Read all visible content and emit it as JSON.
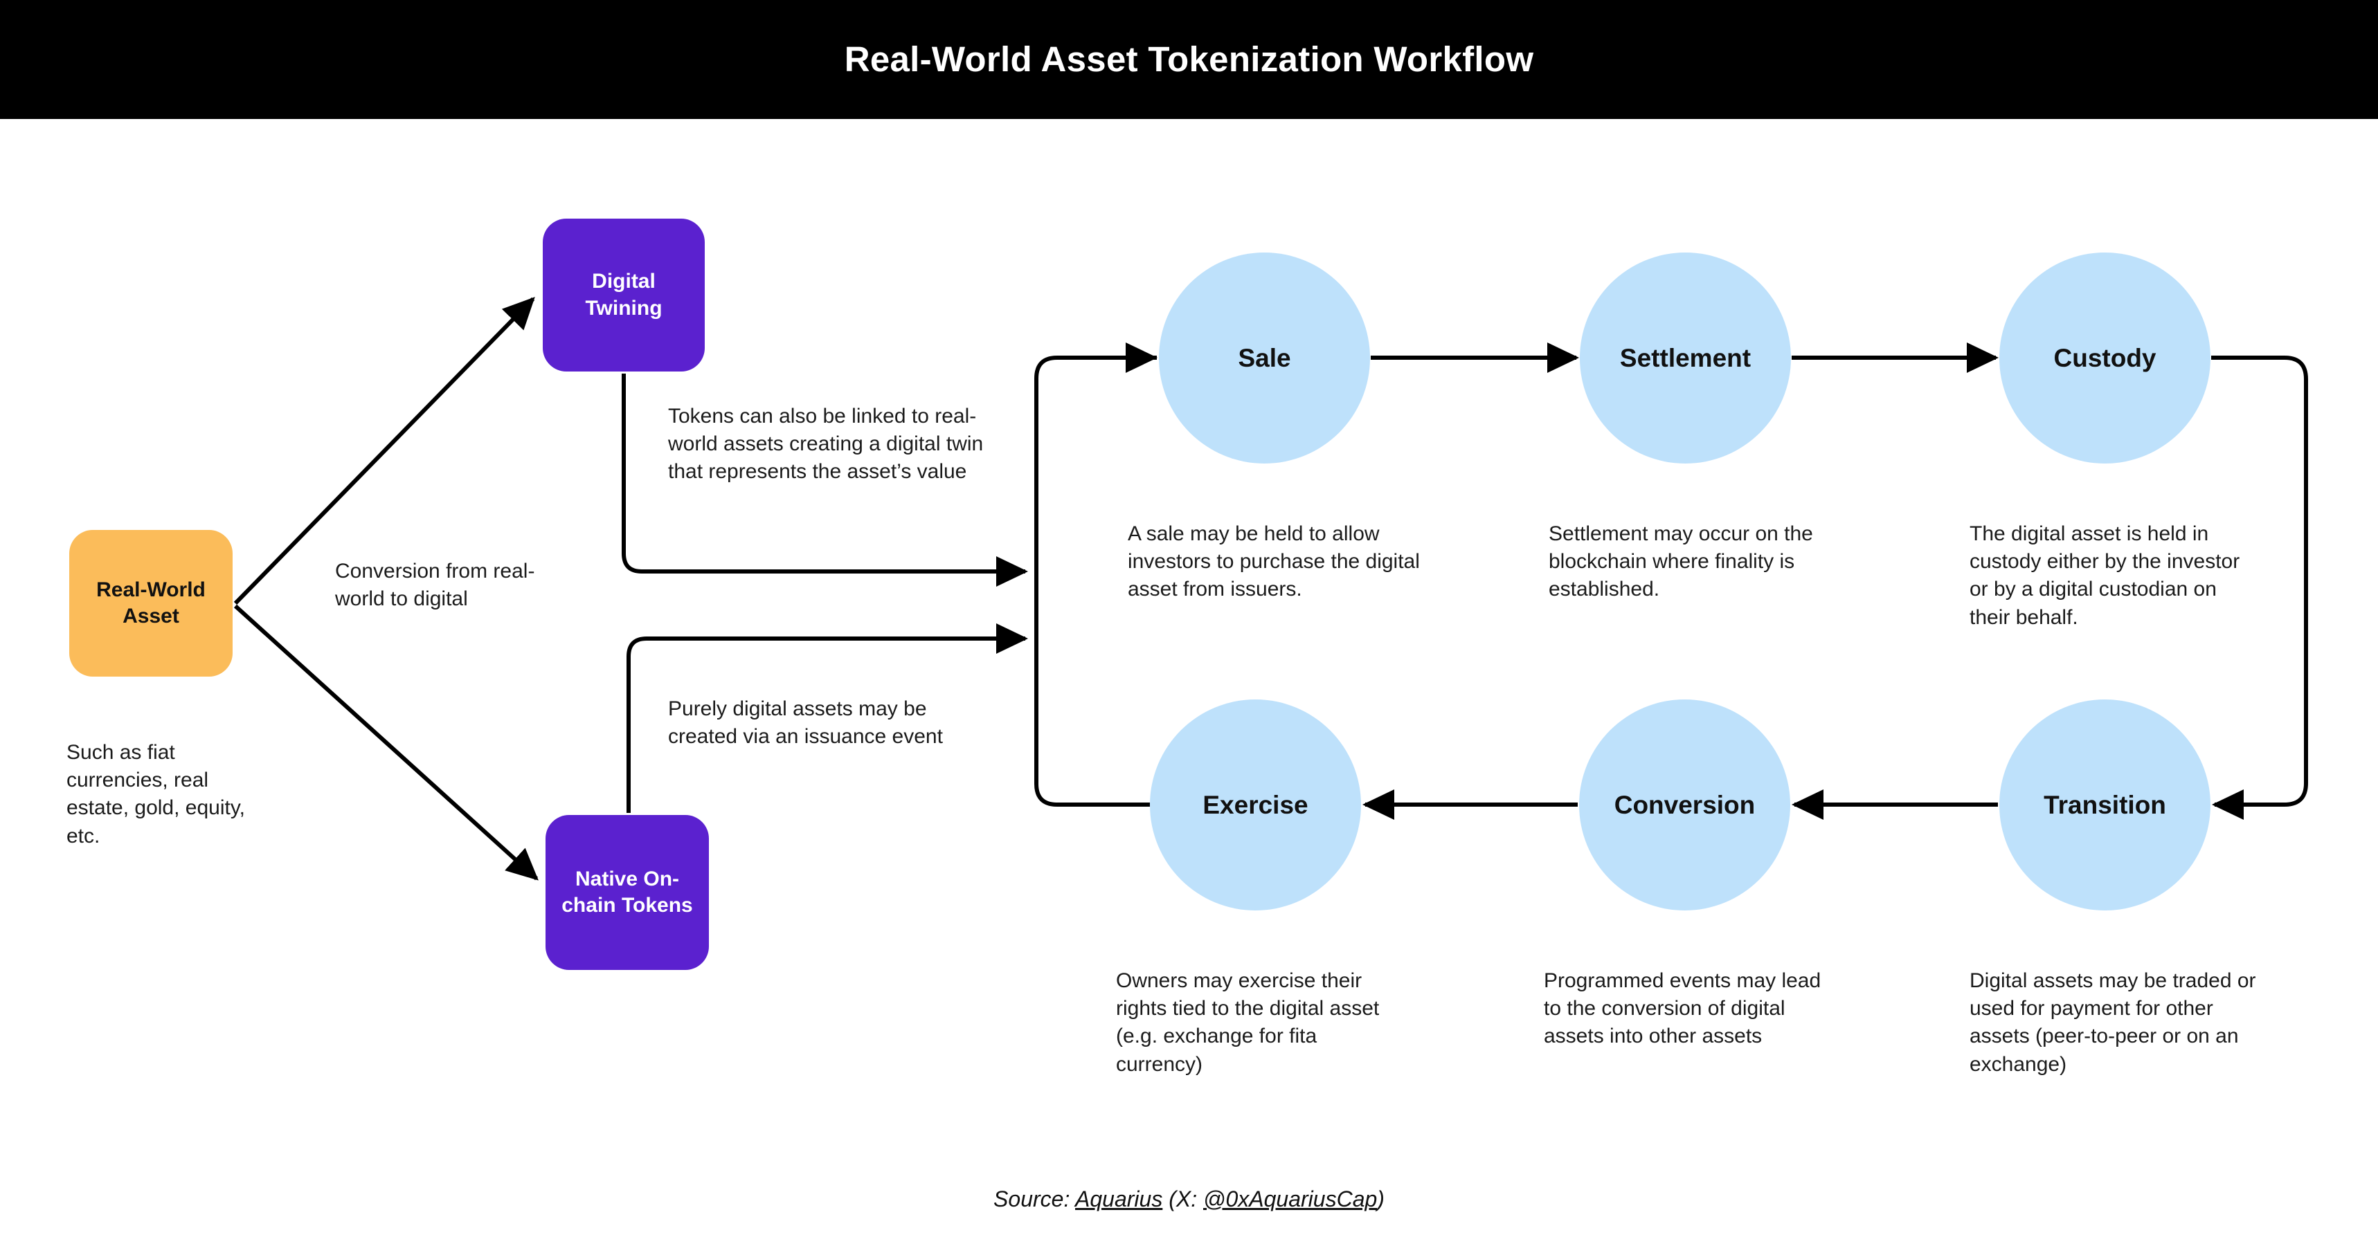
{
  "header": {
    "title": "Real-World Asset Tokenization Workflow",
    "background": "#000000",
    "text_color": "#ffffff"
  },
  "colors": {
    "rwa_box": "#FBBC5A",
    "token_box": "#5B21CF",
    "stage_circle": "#BEE1FB",
    "edge": "#000000",
    "page_background": "#ffffff"
  },
  "nodes": {
    "real_world_asset": {
      "label": "Real-World\nAsset",
      "shape": "rounded-box",
      "color": "#FBBC5A"
    },
    "digital_twining": {
      "label": "Digital\nTwining",
      "shape": "rounded-box",
      "color": "#5B21CF"
    },
    "native_tokens": {
      "label": "Native On-\nchain Tokens",
      "shape": "rounded-box",
      "color": "#5B21CF"
    },
    "sale": {
      "label": "Sale",
      "shape": "circle",
      "color": "#BEE1FB"
    },
    "settlement": {
      "label": "Settlement",
      "shape": "circle",
      "color": "#BEE1FB"
    },
    "custody": {
      "label": "Custody",
      "shape": "circle",
      "color": "#BEE1FB"
    },
    "exercise": {
      "label": "Exercise",
      "shape": "circle",
      "color": "#BEE1FB"
    },
    "conversion": {
      "label": "Conversion",
      "shape": "circle",
      "color": "#BEE1FB"
    },
    "transition": {
      "label": "Transition",
      "shape": "circle",
      "color": "#BEE1FB"
    }
  },
  "captions": {
    "real_world_asset": "Such as fiat currencies, real estate, gold, equity, etc.",
    "digital_twining": "Tokens can also be linked to real-world assets creating a digital twin that represents the asset’s value",
    "native_tokens": "Purely digital assets may be created via an issuance event",
    "sale": "A sale may be held to allow investors to purchase the digital asset from issuers.",
    "settlement": "Settlement may occur on the blockchain where finality is established.",
    "custody": "The digital asset is held in custody either by the investor or by a digital custodian on their behalf.",
    "exercise": "Owners may exercise their rights tied to the digital asset (e.g. exchange for fita currency)",
    "conversion": "Programmed events may lead to the conversion of digital assets into other assets",
    "transition": "Digital assets may be traded or used for payment for other assets (peer-to-peer or on an exchange)"
  },
  "edge_labels": {
    "rwa_to_tokens": "Conversion from real-world to digital"
  },
  "edges": [
    {
      "from": "real_world_asset",
      "to": "digital_twining",
      "style": "diagonal-arrow"
    },
    {
      "from": "real_world_asset",
      "to": "native_tokens",
      "style": "diagonal-arrow"
    },
    {
      "from": "digital_twining",
      "to": "sale",
      "style": "orthogonal-arrow"
    },
    {
      "from": "native_tokens",
      "to": "sale",
      "style": "orthogonal-arrow"
    },
    {
      "from": "sale",
      "to": "settlement",
      "style": "straight-arrow"
    },
    {
      "from": "settlement",
      "to": "custody",
      "style": "straight-arrow"
    },
    {
      "from": "custody",
      "to": "transition",
      "style": "orthogonal-arrow"
    },
    {
      "from": "transition",
      "to": "conversion",
      "style": "straight-arrow"
    },
    {
      "from": "conversion",
      "to": "exercise",
      "style": "straight-arrow"
    }
  ],
  "footer": {
    "prefix": "Source: ",
    "source_name": "Aquarius",
    "middle": " (X: ",
    "handle": "@0xAquariusCap",
    "suffix": ")"
  }
}
